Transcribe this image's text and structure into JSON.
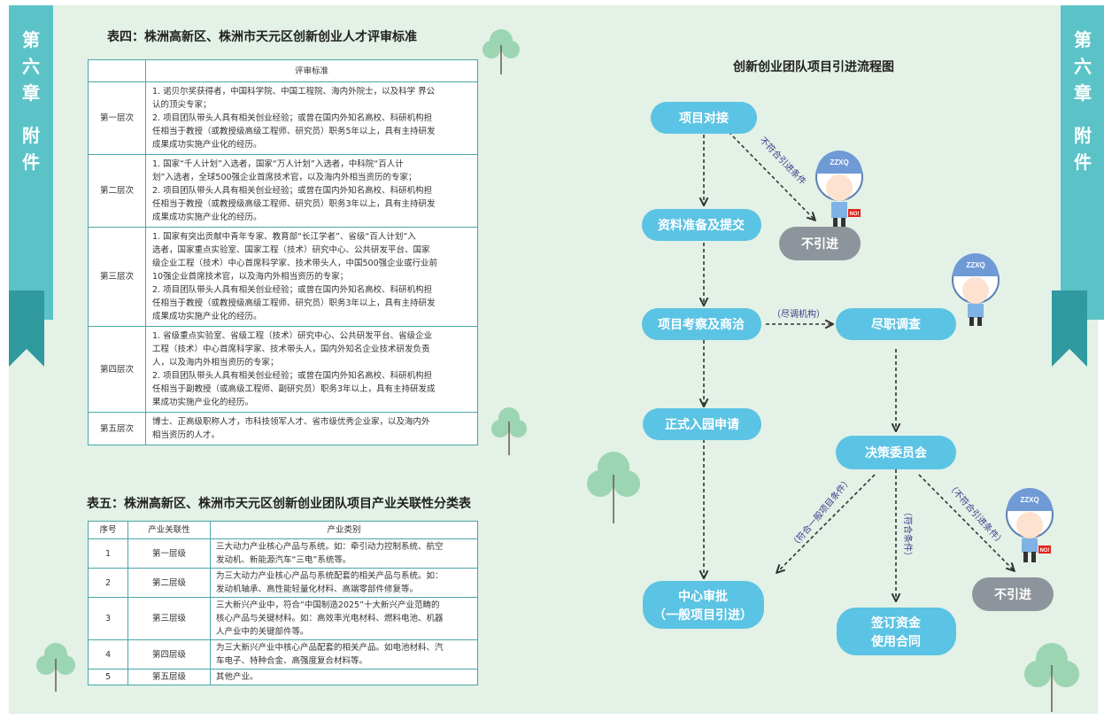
{
  "ribbon": {
    "chars_a": [
      "第",
      "六",
      "章"
    ],
    "chars_b": [
      "附",
      "件"
    ]
  },
  "table4": {
    "title": "表四：株洲高新区、株洲市天元区创新创业人才评审标准",
    "header": "评审标准",
    "rows": [
      {
        "level": "第一层次",
        "lines": [
          "1. 诺贝尔奖获得者，中国科学院、中国工程院、海内外院士，以及科学 界公",
          "认的顶尖专家；",
          "2. 项目团队带头人具有相关创业经验；或曾在国内外知名高校、科研机构担",
          "任相当于教授（或教授级高级工程师、研究员）职务5年以上，具有主持研发",
          "成果成功实施产业化的经历。"
        ]
      },
      {
        "level": "第二层次",
        "lines": [
          "1. 国家“千人计划”入选者，国家“万人计划”入选者，中科院“百人计",
          "划”入选者，全球500强企业首席技术官，以及海内外相当资历的专家；",
          "2. 项目团队带头人具有相关创业经验；或曾在国内外知名高校、科研机构担",
          "任相当于教授（或教授级高级工程师、研究员）职务3年以上，具有主持研发",
          "成果成功实施产业化的经历。"
        ]
      },
      {
        "level": "第三层次",
        "lines": [
          " 1. 国家有突出贡献中青年专家、教育部“长江学者”、省级“百人计划”入",
          "选者，国家重点实验室、国家工程（技术）研究中心、公共研发平台、国家",
          "级企业工程（技术）中心首席科学家、技术带头人，中国500强企业或行业前",
          "10强企业首席技术官，以及海内外相当资历的专家；",
          "2. 项目团队带头人具有相关创业经验；或曾在国内外知名高校、科研机构担",
          "任相当于教授（或教授级高级工程师、研究员）职务3年以上，具有主持研发",
          "成果成功实施产业化的经历。"
        ]
      },
      {
        "level": "第四层次",
        "lines": [
          " 1. 省级重点实验室、省级工程（技术）研究中心、公共研发平台、省级企业",
          "工程（技术）中心首席科学家、技术带头人，国内外知名企业技术研发负责",
          "人，以及海内外相当资历的专家；",
          "2. 项目团队带头人具有相关创业经验；或曾在国内外知名高校、科研机构担",
          "任相当于副教授（或高级工程师、副研究员）职务3年以上，具有主持研发成",
          "果成功实施产业化的经历。"
        ]
      },
      {
        "level": "第五层次",
        "lines": [
          "博士、正高级职称人才，市科技领军人才、省市级优秀企业家，以及海内外",
          "相当资历的人才。"
        ]
      }
    ]
  },
  "table5": {
    "title": "表五：株洲高新区、株洲市天元区创新创业团队项目产业关联性分类表",
    "headers": [
      "序号",
      "产业关联性",
      "产业类别"
    ],
    "rows": [
      {
        "no": "1",
        "rel": "第一层级",
        "lines": [
          "三大动力产业核心产品与系统。如：牵引动力控制系统、航空",
          "发动机、新能源汽车“三电”系统等。"
        ]
      },
      {
        "no": "2",
        "rel": "第二层级",
        "lines": [
          "为三大动力产业核心产品与系统配套的相关产品与系统。如：",
          "发动机轴承、高性能轻量化材料、高端零部件修复等。"
        ]
      },
      {
        "no": "3",
        "rel": "第三层级",
        "lines": [
          "三大新兴产业中，符合“中国制造2025”十大新兴产业范畴的",
          "核心产品与关键材料。如：高效率光电材料、燃料电池、机器",
          "人产业中的关键部件等。"
        ]
      },
      {
        "no": "4",
        "rel": "第四层级",
        "lines": [
          "为三大新兴产业中核心产品配套的相关产品。如电池材料、汽",
          "车电子、特种合金、高强度复合材料等。"
        ]
      },
      {
        "no": "5",
        "rel": "第五层级",
        "lines": [
          "其他产业。"
        ]
      }
    ]
  },
  "flowchart": {
    "title": "创新创业团队项目引进流程图",
    "nodes": {
      "match": "项目对接",
      "reject1": "不引进",
      "prepare": "资料准备及提交",
      "inspect": "项目考察及商洽",
      "due": "尽职调查",
      "apply": "正式入园申请",
      "committee": "决策委员会",
      "center": [
        "中心审批",
        "（一般项目引进）"
      ],
      "sign": [
        "签订资金",
        "使用合同"
      ],
      "reject2": "不引进"
    },
    "labels": {
      "no1": "不符合引进条件",
      "agency": "（尽调机构）",
      "general": "（符合一般项目条件）",
      "meet": "（符合条件）",
      "no2": "（不符合引进条件）"
    },
    "mascot_badge": "ZZXQ",
    "mascot_sign": "NO!"
  },
  "colors": {
    "page_bg": "#e3f1e6",
    "ribbon": "#5bc3c7",
    "pill": "#5bc3e3",
    "reject": "#8e949b",
    "table_border": "#4aa6a9",
    "tree": "#9bd5b1"
  }
}
